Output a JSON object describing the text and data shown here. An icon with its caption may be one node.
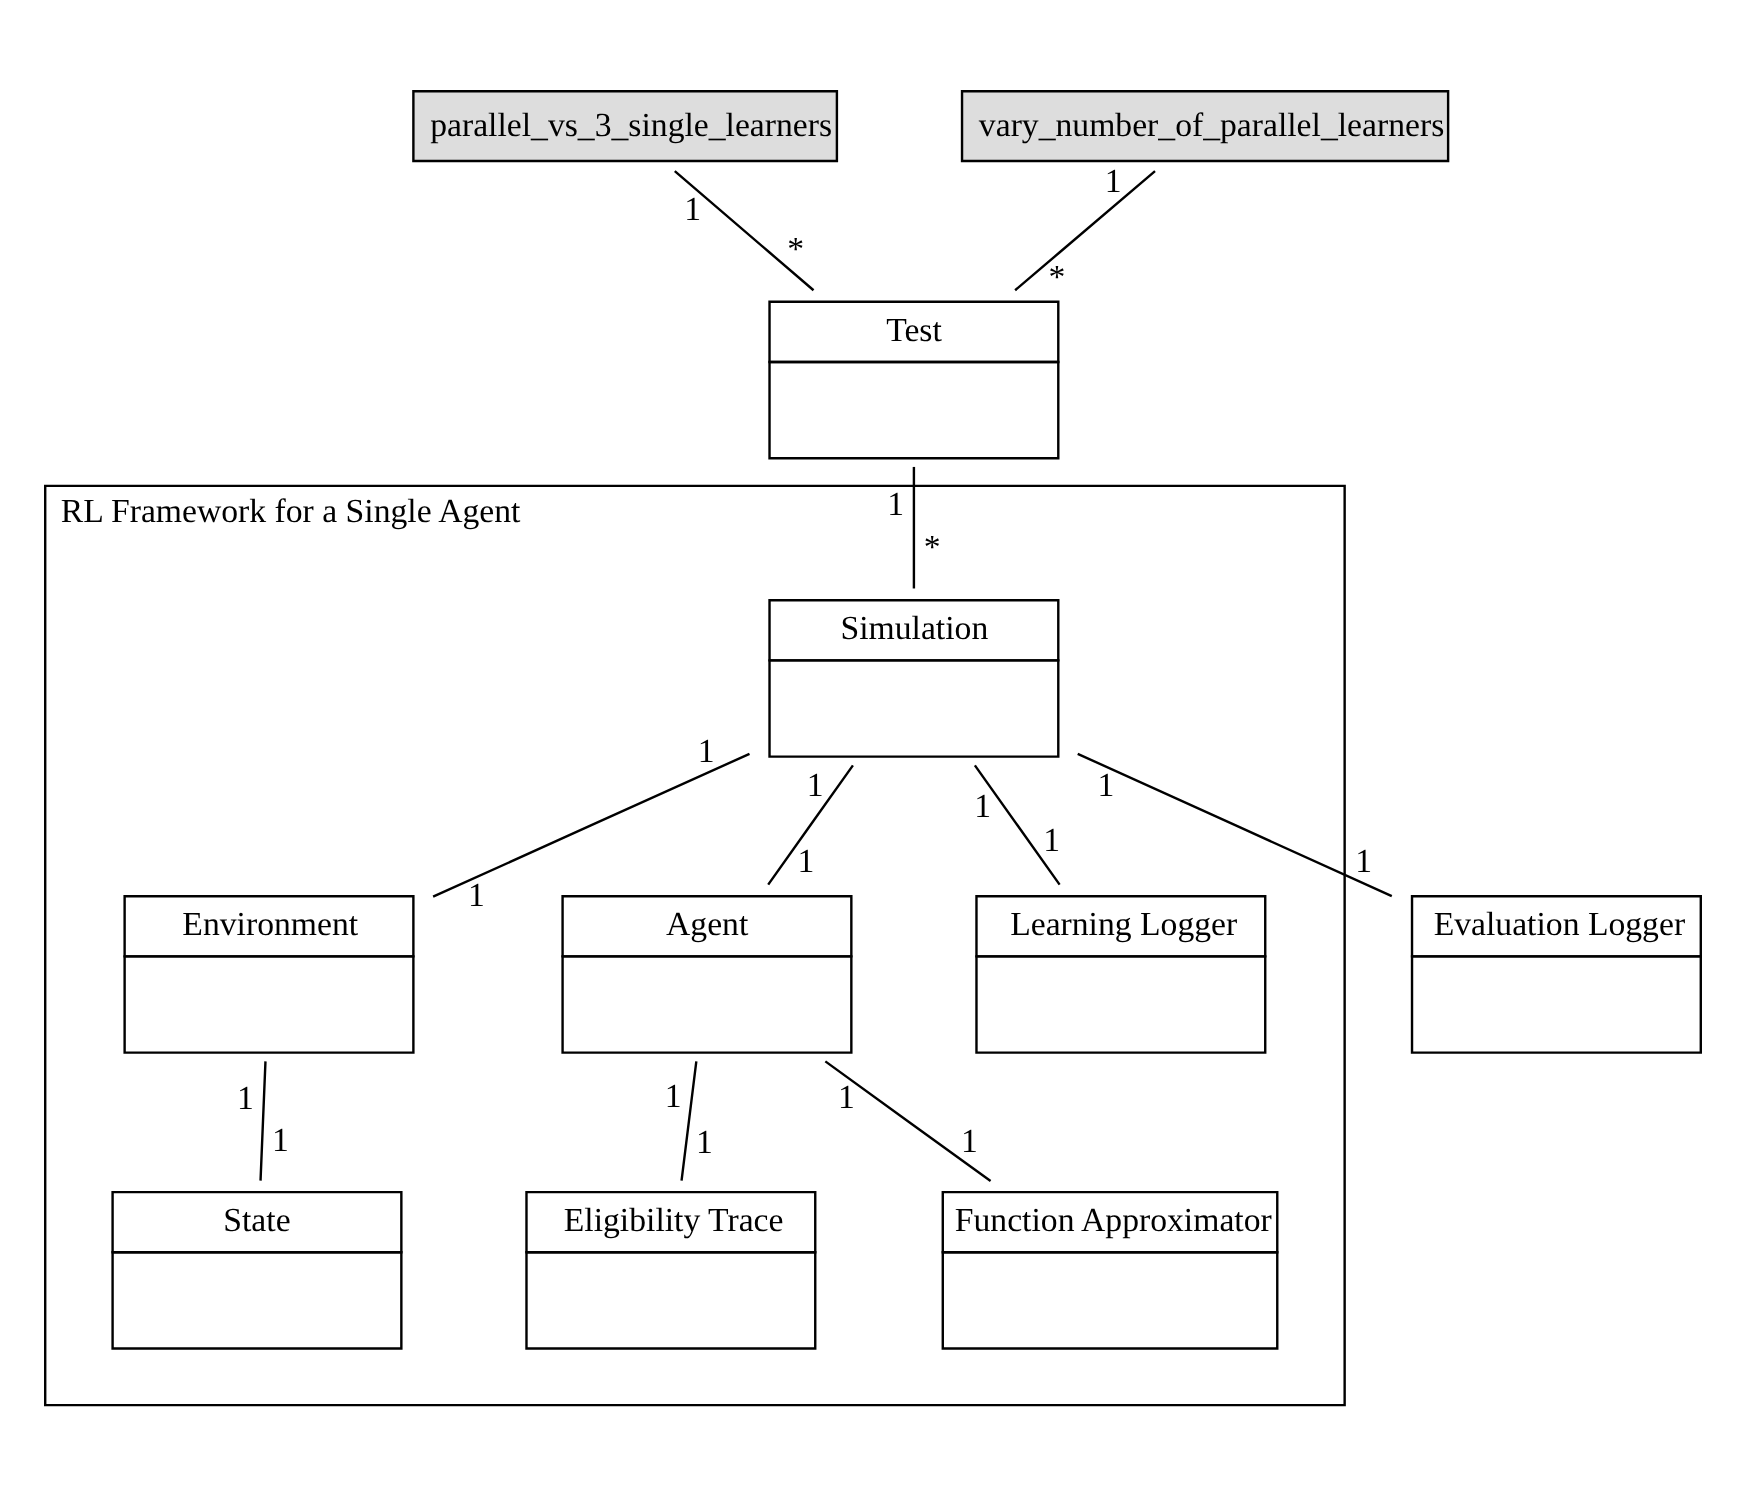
{
  "diagram": {
    "nodes": [
      {
        "text": [
          "parallel_vs_3_single_learners"
        ]
      },
      {
        "text": [
          "vary_number_of_parallel_learners"
        ]
      },
      {
        "text": [
          "Test"
        ]
      },
      {
        "text": [
          "RL Framework for a Single Agent"
        ]
      },
      {
        "text": [
          "Simulation"
        ],
        "in": 3
      },
      {
        "text": [
          "Environment"
        ],
        "in": 3
      },
      {
        "text": [
          "Agent"
        ],
        "in": 3
      },
      {
        "text": [
          "Learning Logger"
        ],
        "in": 3
      },
      {
        "text": [
          "Evaluation Logger"
        ]
      },
      {
        "text": [
          "State"
        ],
        "in": 3
      },
      {
        "text": [
          "Eligibility Trace"
        ],
        "in": 3
      },
      {
        "text": [
          "Function Approximator"
        ],
        "in": 3
      }
    ],
    "edges": [
      {
        "from": 0,
        "to": 2,
        "arrow": "none"
      },
      {
        "from": 1,
        "to": 2,
        "arrow": "none"
      },
      {
        "from": 2,
        "to": 4,
        "arrow": "none"
      },
      {
        "from": 4,
        "to": 5,
        "arrow": "none"
      },
      {
        "from": 4,
        "to": 6,
        "arrow": "none"
      },
      {
        "from": 4,
        "to": 7,
        "arrow": "none"
      },
      {
        "from": 4,
        "to": 8,
        "arrow": "none"
      },
      {
        "from": 5,
        "to": 9,
        "arrow": "none"
      },
      {
        "from": 6,
        "to": 10,
        "arrow": "none"
      },
      {
        "from": 6,
        "to": 11,
        "arrow": "none"
      }
    ],
    "labels": [
      "1",
      "*",
      "1",
      "*",
      "1",
      "*",
      "1",
      "1",
      "1",
      "1",
      "1",
      "1",
      "1",
      "1",
      "1",
      "1",
      "1",
      "1",
      "1",
      "1"
    ]
  }
}
